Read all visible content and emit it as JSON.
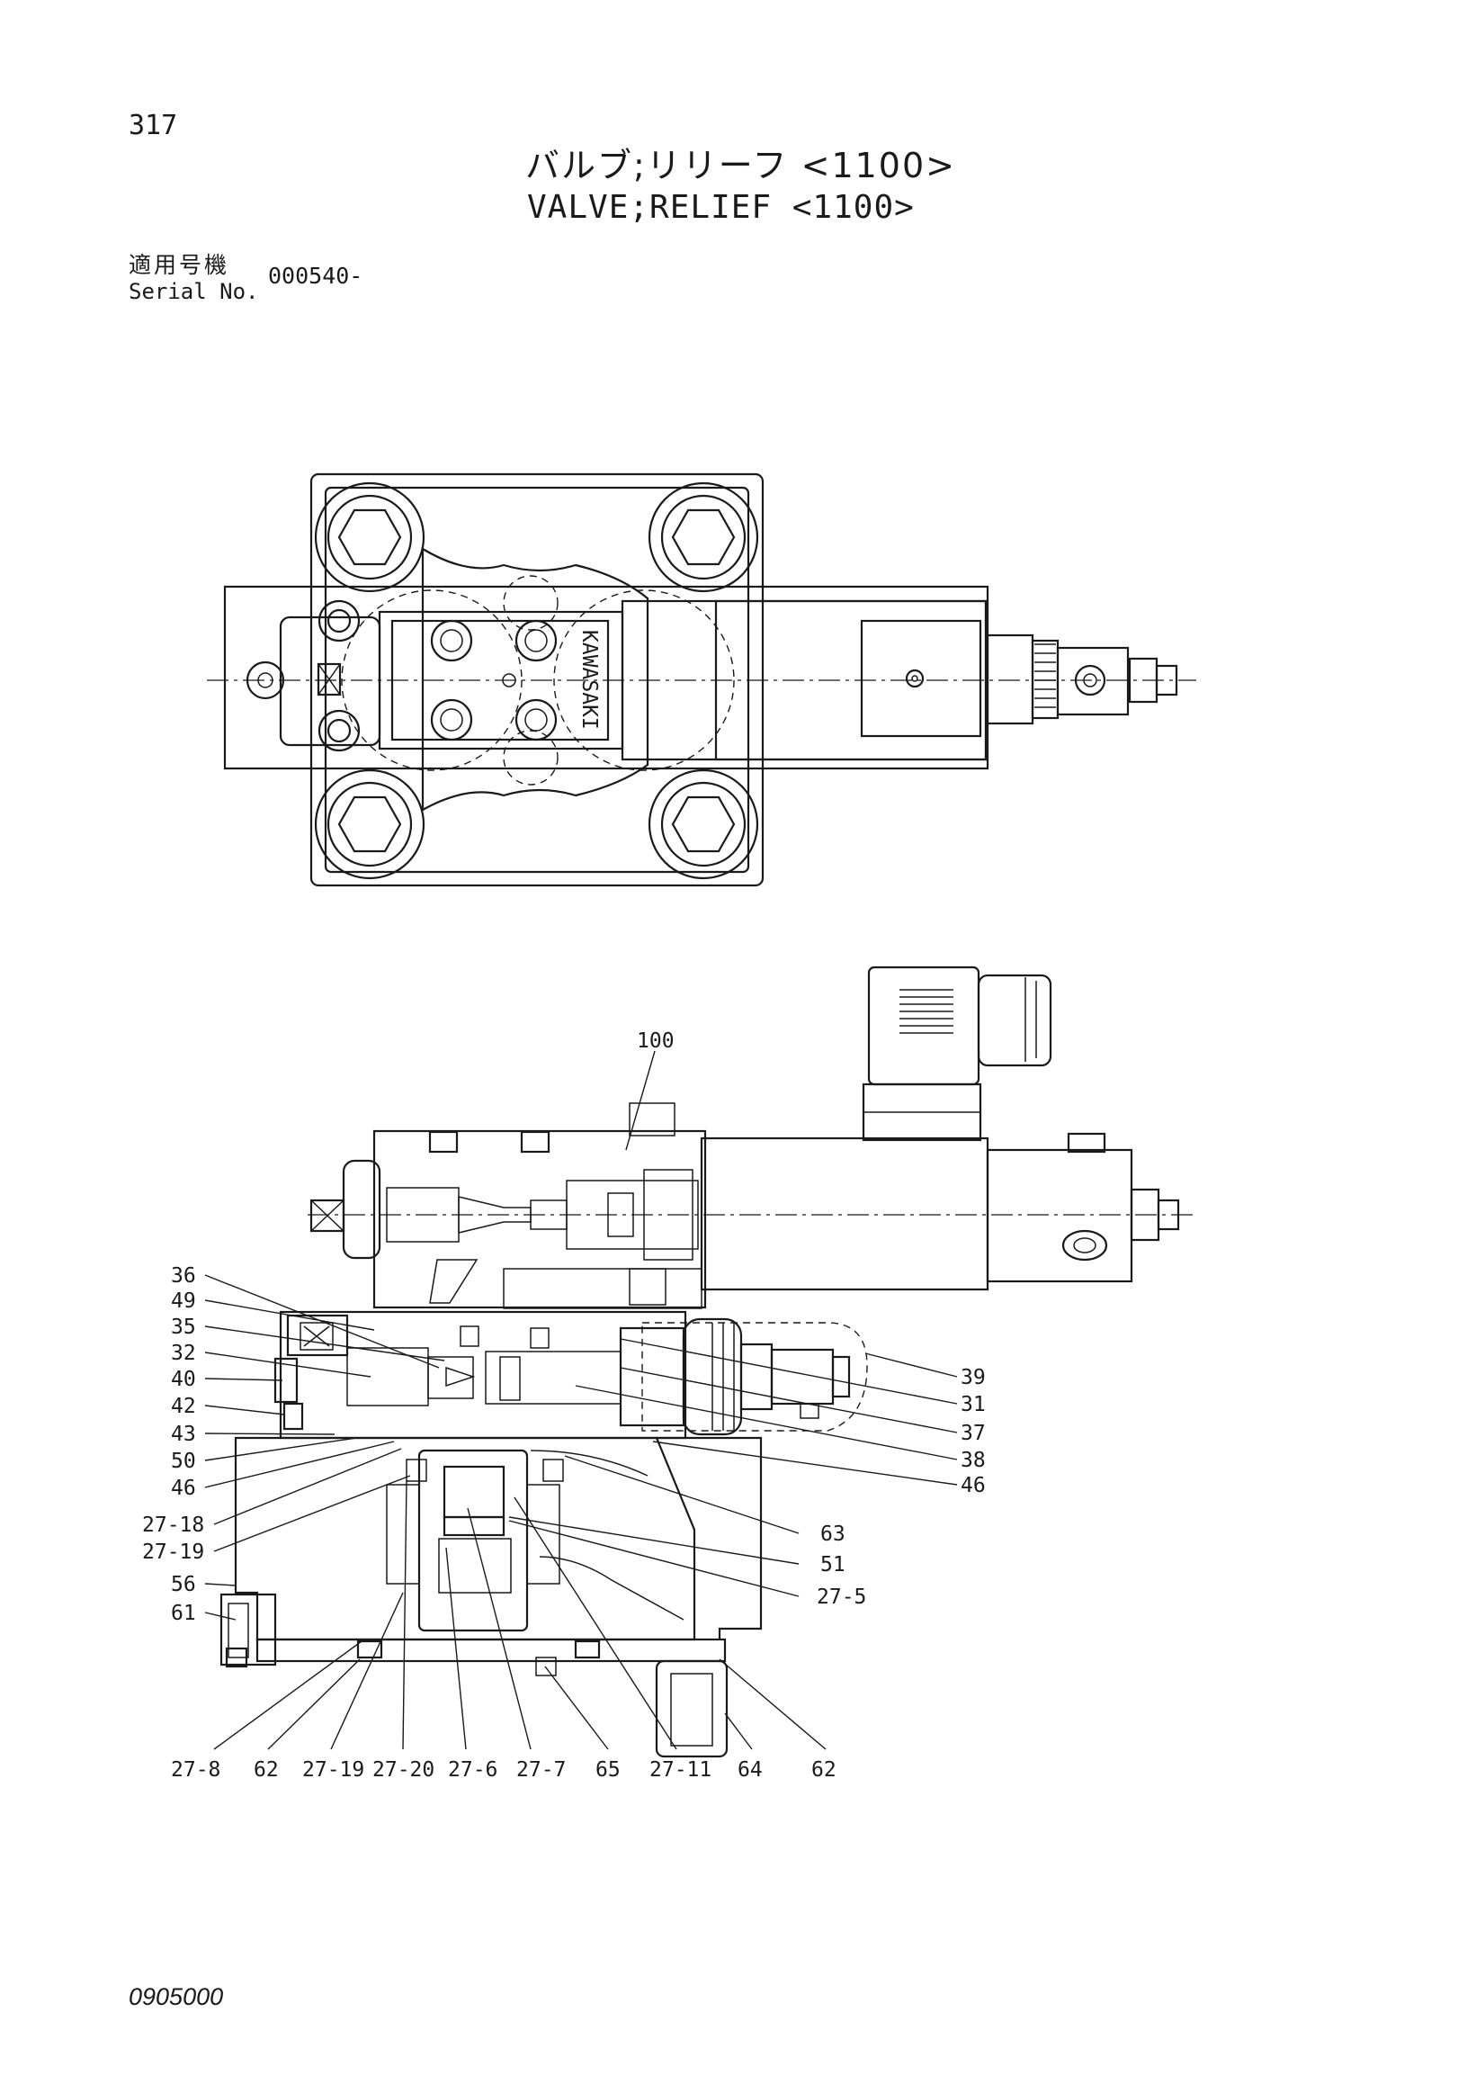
{
  "page_number": "317",
  "title": {
    "japanese": "バルブ;リリーフ <1100>",
    "english": "VALVE;RELIEF <1100>"
  },
  "serial": {
    "label_jp": "適用号機",
    "label_en": "Serial No.",
    "value": "000540-"
  },
  "stamp_text": "KAWASAKI",
  "part_callouts": {
    "top": [
      "100"
    ],
    "left": [
      "36",
      "49",
      "35",
      "32",
      "40",
      "42",
      "43",
      "50",
      "46",
      "27-18",
      "27-19",
      "56",
      "61"
    ],
    "right": [
      "39",
      "31",
      "37",
      "38",
      "46",
      "63",
      "51",
      "27-5"
    ],
    "bottom": [
      "27-8",
      "62",
      "27-19",
      "27-20",
      "27-6",
      "27-7",
      "65",
      "27-11",
      "64",
      "62"
    ]
  },
  "document_code": "0905000"
}
